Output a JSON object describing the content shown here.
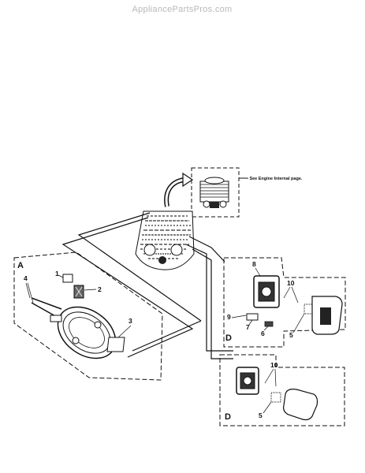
{
  "watermark": "AppliancePartsPros.com",
  "note": "• See Engine Internal page.",
  "group_labels": {
    "a": "A",
    "d_upper": "D",
    "d_lower": "D"
  },
  "callouts": {
    "c1": "1",
    "c2": "2",
    "c3": "3",
    "c4": "4",
    "c5_upper": "5",
    "c5_lower": "5",
    "c6": "6",
    "c7": "7",
    "c8": "8",
    "c9": "9",
    "c10_upper": "10",
    "c10_lower": "10"
  },
  "icons": [
    "engine-cylinder-icon",
    "engine-block-icon",
    "muffler-icon",
    "carburetor-icon",
    "air-filter-cover-icon",
    "flow-arrow-icon"
  ]
}
